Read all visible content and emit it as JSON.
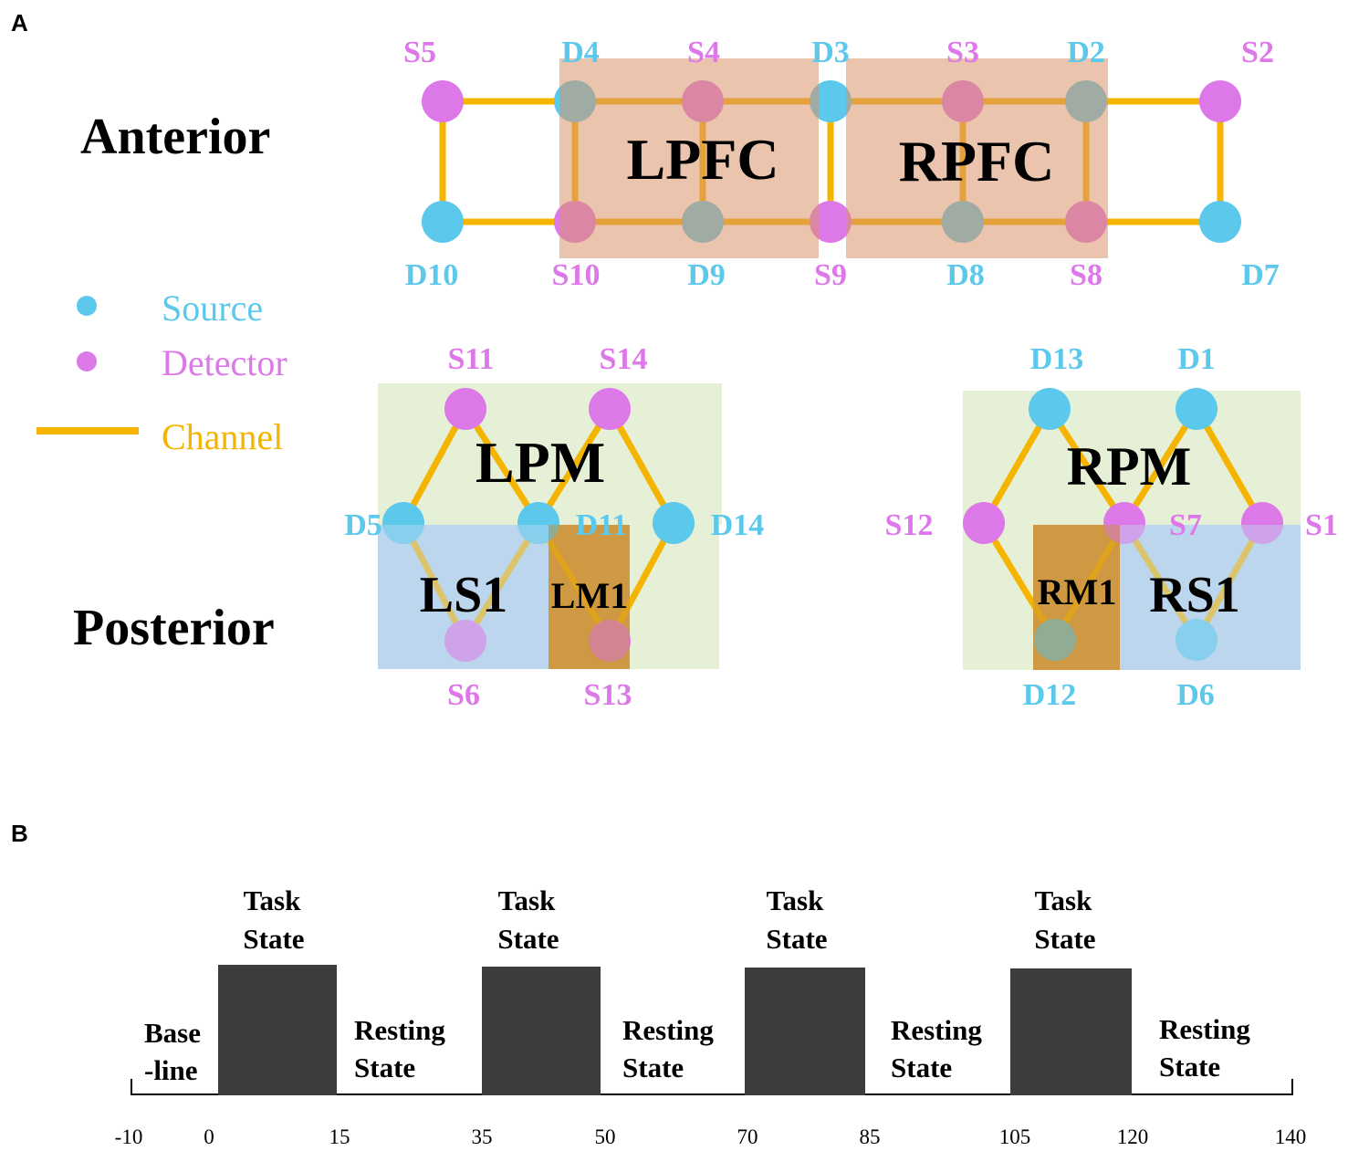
{
  "panels": {
    "a": "A",
    "b": "B"
  },
  "headings": {
    "anterior": "Anterior",
    "posterior": "Posterior"
  },
  "colors": {
    "source": "#5bc8ec",
    "detector": "#dd78e8",
    "channel": "#f5b400",
    "pfc_region": "#d9936a",
    "pm_region": "#e6f0d6",
    "s1_region": "#bcd6ee",
    "m1_region": "#d4a24a",
    "block": "#3c3c3c"
  },
  "legend": {
    "source": "Source",
    "detector": "Detector",
    "channel": "Channel"
  },
  "regions": {
    "lpfc": "LPFC",
    "rpfc": "RPFC",
    "lpm": "LPM",
    "rpm": "RPM",
    "ls1": "LS1",
    "lm1": "LM1",
    "rm1": "RM1",
    "rs1": "RS1"
  },
  "optodes": [
    {
      "id": "S5",
      "type": "detector"
    },
    {
      "id": "D4",
      "type": "source"
    },
    {
      "id": "S4",
      "type": "detector"
    },
    {
      "id": "D3",
      "type": "source"
    },
    {
      "id": "S3",
      "type": "detector"
    },
    {
      "id": "D2",
      "type": "source"
    },
    {
      "id": "S2",
      "type": "detector"
    },
    {
      "id": "D10",
      "type": "source"
    },
    {
      "id": "S10",
      "type": "detector"
    },
    {
      "id": "D9",
      "type": "source"
    },
    {
      "id": "S9",
      "type": "detector"
    },
    {
      "id": "D8",
      "type": "source"
    },
    {
      "id": "S8",
      "type": "detector"
    },
    {
      "id": "D7",
      "type": "source"
    },
    {
      "id": "S11",
      "type": "detector"
    },
    {
      "id": "S14",
      "type": "detector"
    },
    {
      "id": "D5",
      "type": "source"
    },
    {
      "id": "D11",
      "type": "source"
    },
    {
      "id": "D14",
      "type": "source"
    },
    {
      "id": "S6",
      "type": "detector"
    },
    {
      "id": "S13",
      "type": "detector"
    },
    {
      "id": "D13",
      "type": "source"
    },
    {
      "id": "D1",
      "type": "source"
    },
    {
      "id": "S12",
      "type": "detector"
    },
    {
      "id": "S7",
      "type": "detector"
    },
    {
      "id": "S1",
      "type": "detector"
    },
    {
      "id": "D12",
      "type": "source"
    },
    {
      "id": "D6",
      "type": "source"
    }
  ],
  "timeline": {
    "baseline": {
      "line1": "Base",
      "line2": "-line",
      "start": -10,
      "end": 0
    },
    "blocks": [
      {
        "line1": "Task",
        "line2": "State",
        "start": 0,
        "end": 15
      },
      {
        "line1": "Task",
        "line2": "State",
        "start": 35,
        "end": 50
      },
      {
        "line1": "Task",
        "line2": "State",
        "start": 70,
        "end": 85
      },
      {
        "line1": "Task",
        "line2": "State",
        "start": 105,
        "end": 120
      }
    ],
    "rests": [
      {
        "line1": "Resting",
        "line2": "State",
        "start": 15,
        "end": 35
      },
      {
        "line1": "Resting",
        "line2": "State",
        "start": 50,
        "end": 70
      },
      {
        "line1": "Resting",
        "line2": "State",
        "start": 85,
        "end": 105
      },
      {
        "line1": "Resting",
        "line2": "State",
        "start": 120,
        "end": 140
      }
    ],
    "ticks": [
      "-10",
      "0",
      "15",
      "35",
      "50",
      "70",
      "85",
      "105",
      "120",
      "140"
    ]
  }
}
